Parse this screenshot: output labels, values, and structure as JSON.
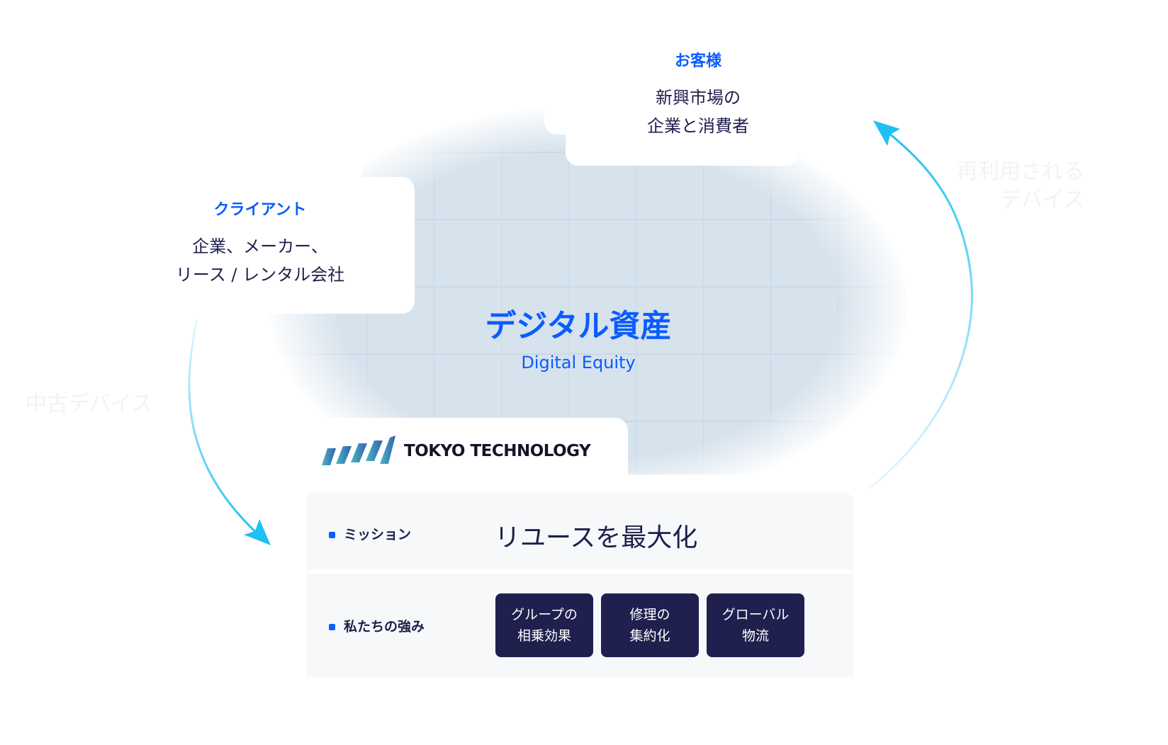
{
  "customer": {
    "title": "お客様",
    "line1": "新興市場の",
    "line2": "企業と消費者"
  },
  "client": {
    "title": "クライアント",
    "line1": "企業、メーカー、",
    "line2": "リース / レンタル会社"
  },
  "center": {
    "title": "デジタル資産",
    "subtitle": "Digital Equity"
  },
  "flow_labels": {
    "right_line1": "再利用される",
    "right_line2": "デバイス",
    "left": "中古デバイス"
  },
  "company": {
    "name": "TOKYO TECHNOLOGY"
  },
  "mission": {
    "label": "ミッション",
    "value": "リユースを最大化"
  },
  "strengths": {
    "label": "私たちの強み",
    "items": [
      "グループの\n相乗効果",
      "修理の\n集約化",
      "グローバル\n物流"
    ]
  },
  "colors": {
    "accent": "#0a5cff",
    "navy": "#20204f",
    "arrow": "#1ec0f5"
  }
}
